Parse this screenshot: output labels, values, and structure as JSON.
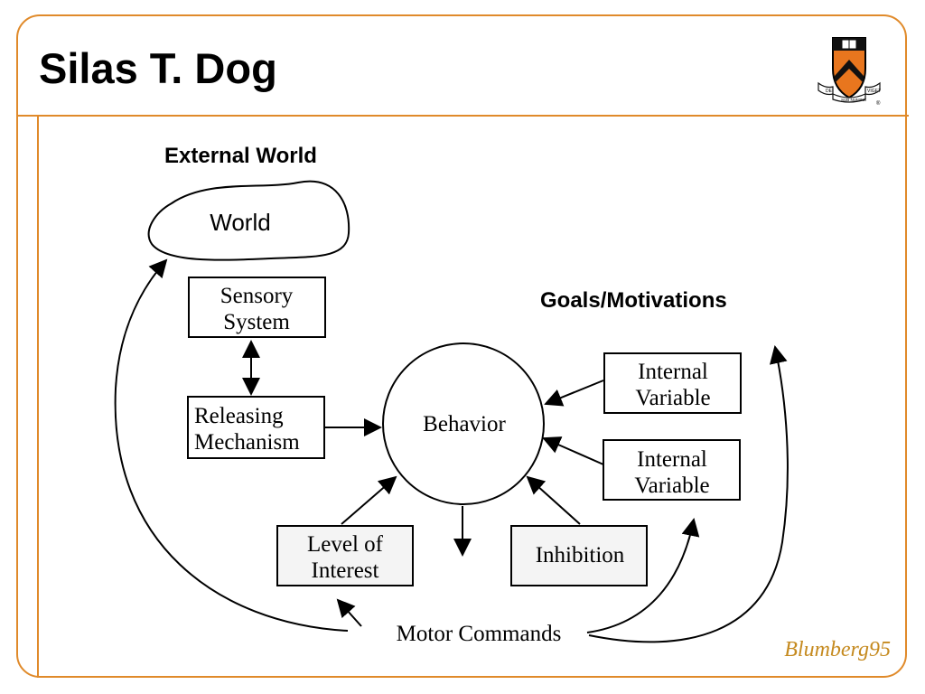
{
  "slide": {
    "title": "Silas T. Dog",
    "credit": "Blumberg95",
    "accent_color": "#e08a2a",
    "credit_color": "#c58a1f",
    "logo_icon": "princeton-shield-icon",
    "logo_banner": "DEI SUB NUMINE VIGET"
  },
  "diagram": {
    "external_world_label": "External World",
    "goals_label": "Goals/Motivations",
    "world": "World",
    "sensory": [
      "Sensory",
      "System"
    ],
    "releasing": [
      "Releasing",
      "Mechanism"
    ],
    "behavior": "Behavior",
    "internal_1": [
      "Internal",
      "Variable"
    ],
    "internal_2": [
      "Internal",
      "Variable"
    ],
    "level": [
      "Level of",
      "Interest"
    ],
    "inhibition": "Inhibition",
    "motor": "Motor Commands"
  }
}
